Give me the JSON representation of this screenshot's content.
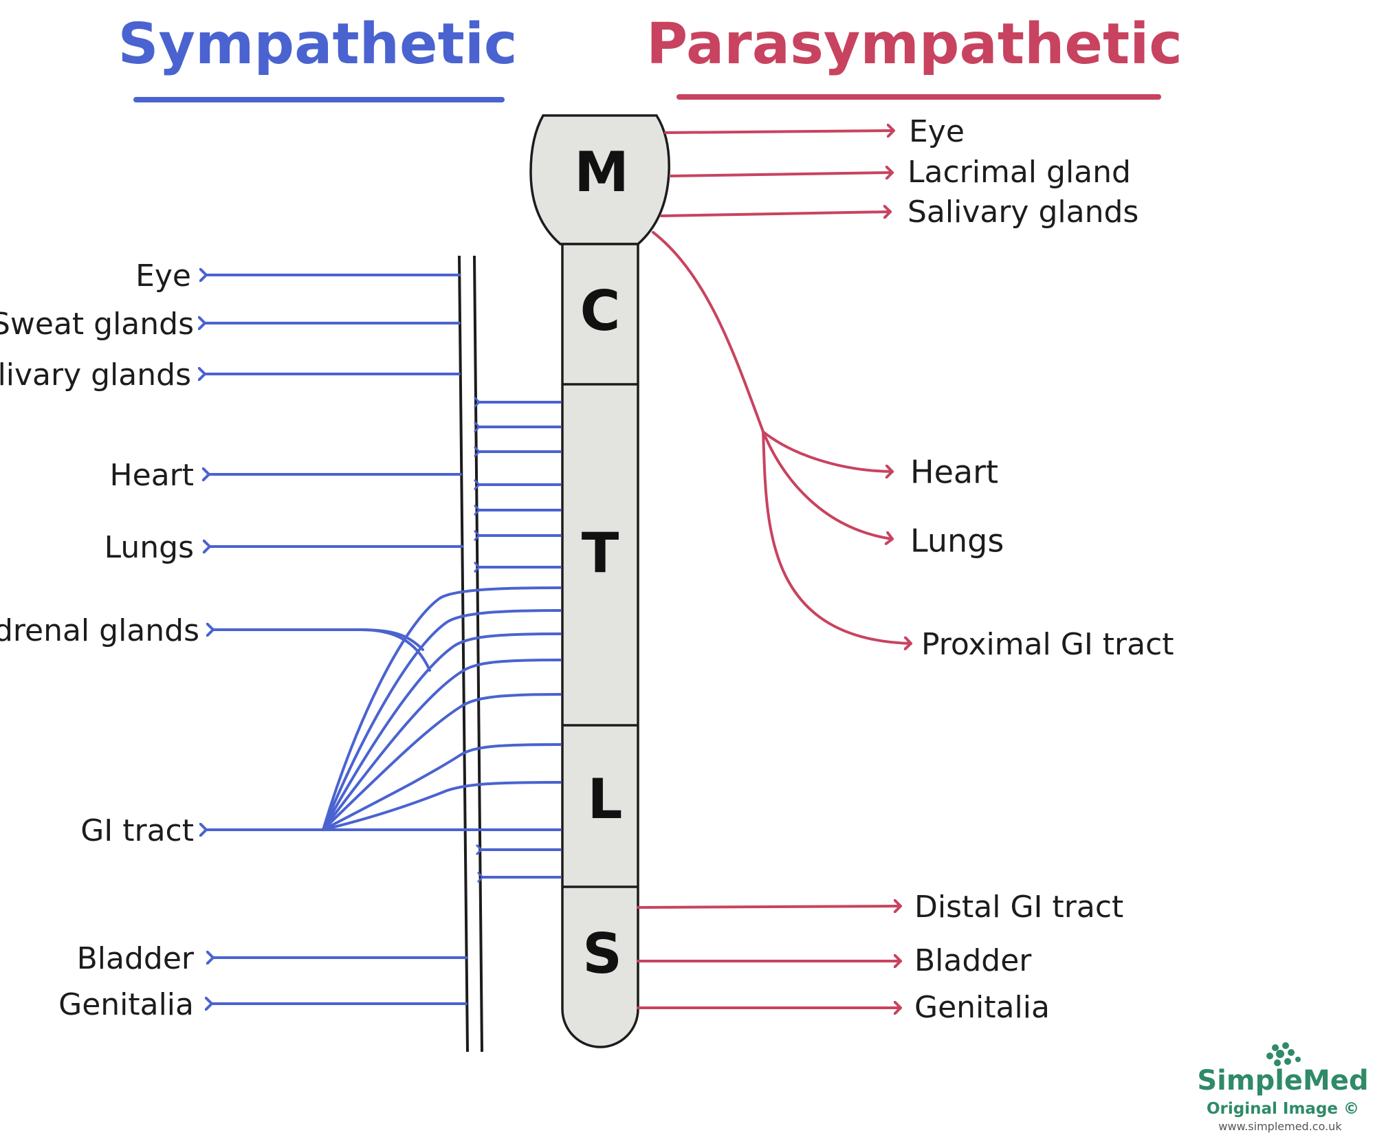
{
  "colors": {
    "sympathetic": "#4a63d0",
    "parasympathetic": "#c8435f",
    "cord_fill": "#e3e3df",
    "ink": "#1c1c1c",
    "brand": "#2f8a67"
  },
  "titles": {
    "sympathetic": "Sympathetic",
    "parasympathetic": "Parasympathetic"
  },
  "cord_segments": [
    "M",
    "C",
    "T",
    "L",
    "S"
  ],
  "sympathetic_targets": {
    "eye": "Eye",
    "sweat": "Sweat glands",
    "salivary": "Salivary glands",
    "heart": "Heart",
    "lungs": "Lungs",
    "adrenal": "Adrenal glands",
    "gi": "GI tract",
    "bladder": "Bladder",
    "genitalia": "Genitalia"
  },
  "parasympathetic_targets": {
    "eye": "Eye",
    "lacrimal": "Lacrimal gland",
    "salivary": "Salivary glands",
    "heart": "Heart",
    "lungs": "Lungs",
    "proximal_gi": "Proximal GI tract",
    "distal_gi": "Distal GI tract",
    "bladder": "Bladder",
    "genitalia": "Genitalia"
  },
  "branding": {
    "name": "SimpleMed",
    "tagline": "Original Image ©",
    "url": "www.simplemed.co.uk"
  }
}
